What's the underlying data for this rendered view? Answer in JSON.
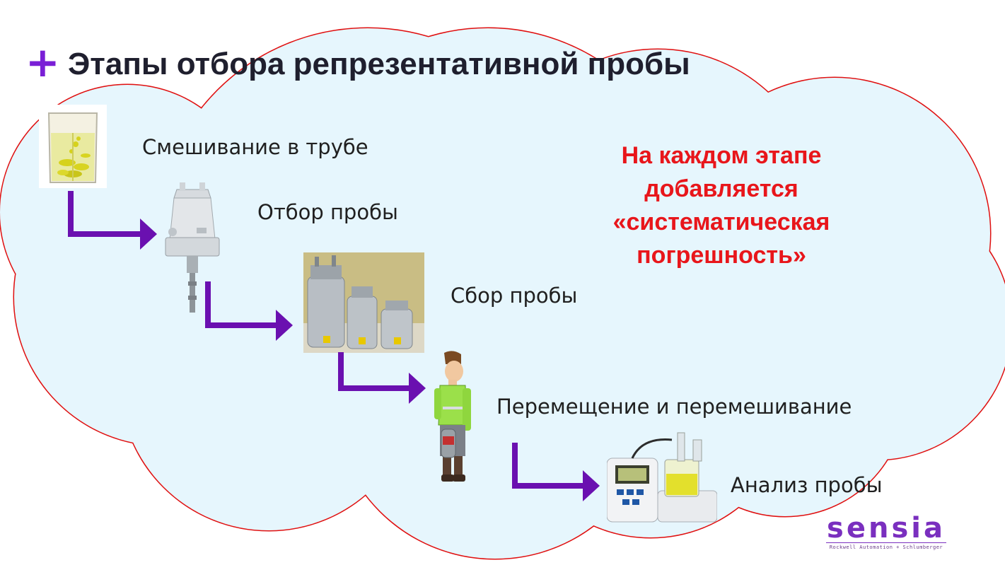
{
  "slide": {
    "title": "Этапы отбора репрезентативной пробы",
    "title_marker": "+",
    "accent_color": "#7a1fd6",
    "arrow_color": "#6a10b0",
    "cloud_fill": "#e6f6fd",
    "cloud_stroke": "#e01010"
  },
  "steps": [
    {
      "label": "Смешивание в трубе",
      "icon": "beaker-icon"
    },
    {
      "label": "Отбор пробы",
      "icon": "sampler-probe-icon"
    },
    {
      "label": "Сбор пробы",
      "icon": "sample-cylinders-icon"
    },
    {
      "label": "Перемещение и перемешивание",
      "icon": "carrier-person-icon"
    },
    {
      "label": "Анализ пробы",
      "icon": "titrator-analyzer-icon"
    }
  ],
  "callout": {
    "lines": [
      "На каждом этапе",
      "добавляется",
      "«систематическая",
      "погрешность»"
    ],
    "color": "#e8161b"
  },
  "logo": {
    "word": "sensia",
    "tagline": "Rockwell Automation + Schlumberger",
    "color": "#7a2fbf"
  }
}
